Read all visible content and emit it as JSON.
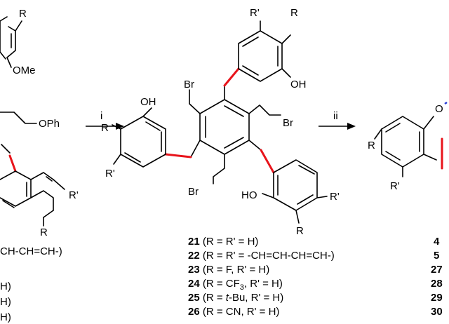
{
  "left_fragment": {
    "top_sub_R": "R",
    "ome": "OMe",
    "oph": "OPh",
    "right_sub_R_prime": "R'",
    "bottom_sub_R": "R",
    "partial_legend": "CH-CH=CH-)",
    "partial_rows": [
      "H)",
      "H)",
      "H)"
    ]
  },
  "arrow_i": {
    "label": "i"
  },
  "arrow_ii": {
    "label": "ii"
  },
  "center_molecule": {
    "top_R_prime": "R'",
    "top_R": "R",
    "top_OH": "OH",
    "left_OH": "OH",
    "left_R": "R",
    "left_R_prime": "R'",
    "br_top_left": "Br",
    "br_top_right": "Br",
    "br_bottom_left": "Br",
    "bottom_HO": "HO",
    "bottom_R_prime": "R'",
    "bottom_R": "R"
  },
  "compound_list": [
    {
      "num": "21",
      "desc": " (R = R' = H)"
    },
    {
      "num": "22",
      "desc": " (R = R' = -CH=CH-CH=CH-)"
    },
    {
      "num": "23",
      "desc": " (R = F, R' = H)"
    },
    {
      "num": "24",
      "desc": " (R = CF",
      "sub": "3",
      "desc2": ", R' = H)"
    },
    {
      "num": "25",
      "desc": " (R = ",
      "italic": "t",
      "desc2": "-Bu, R' = H)"
    },
    {
      "num": "26",
      "desc": " (R = CN, R' = H)"
    }
  ],
  "right_fragment": {
    "o_label": "O",
    "r_label": "R",
    "r_prime_label": "R'",
    "numbers": [
      "4",
      "5",
      "27",
      "28",
      "29",
      "30"
    ]
  },
  "colors": {
    "highlight_bond": "#e8141b",
    "radical_dot": "#2a3fd6"
  }
}
